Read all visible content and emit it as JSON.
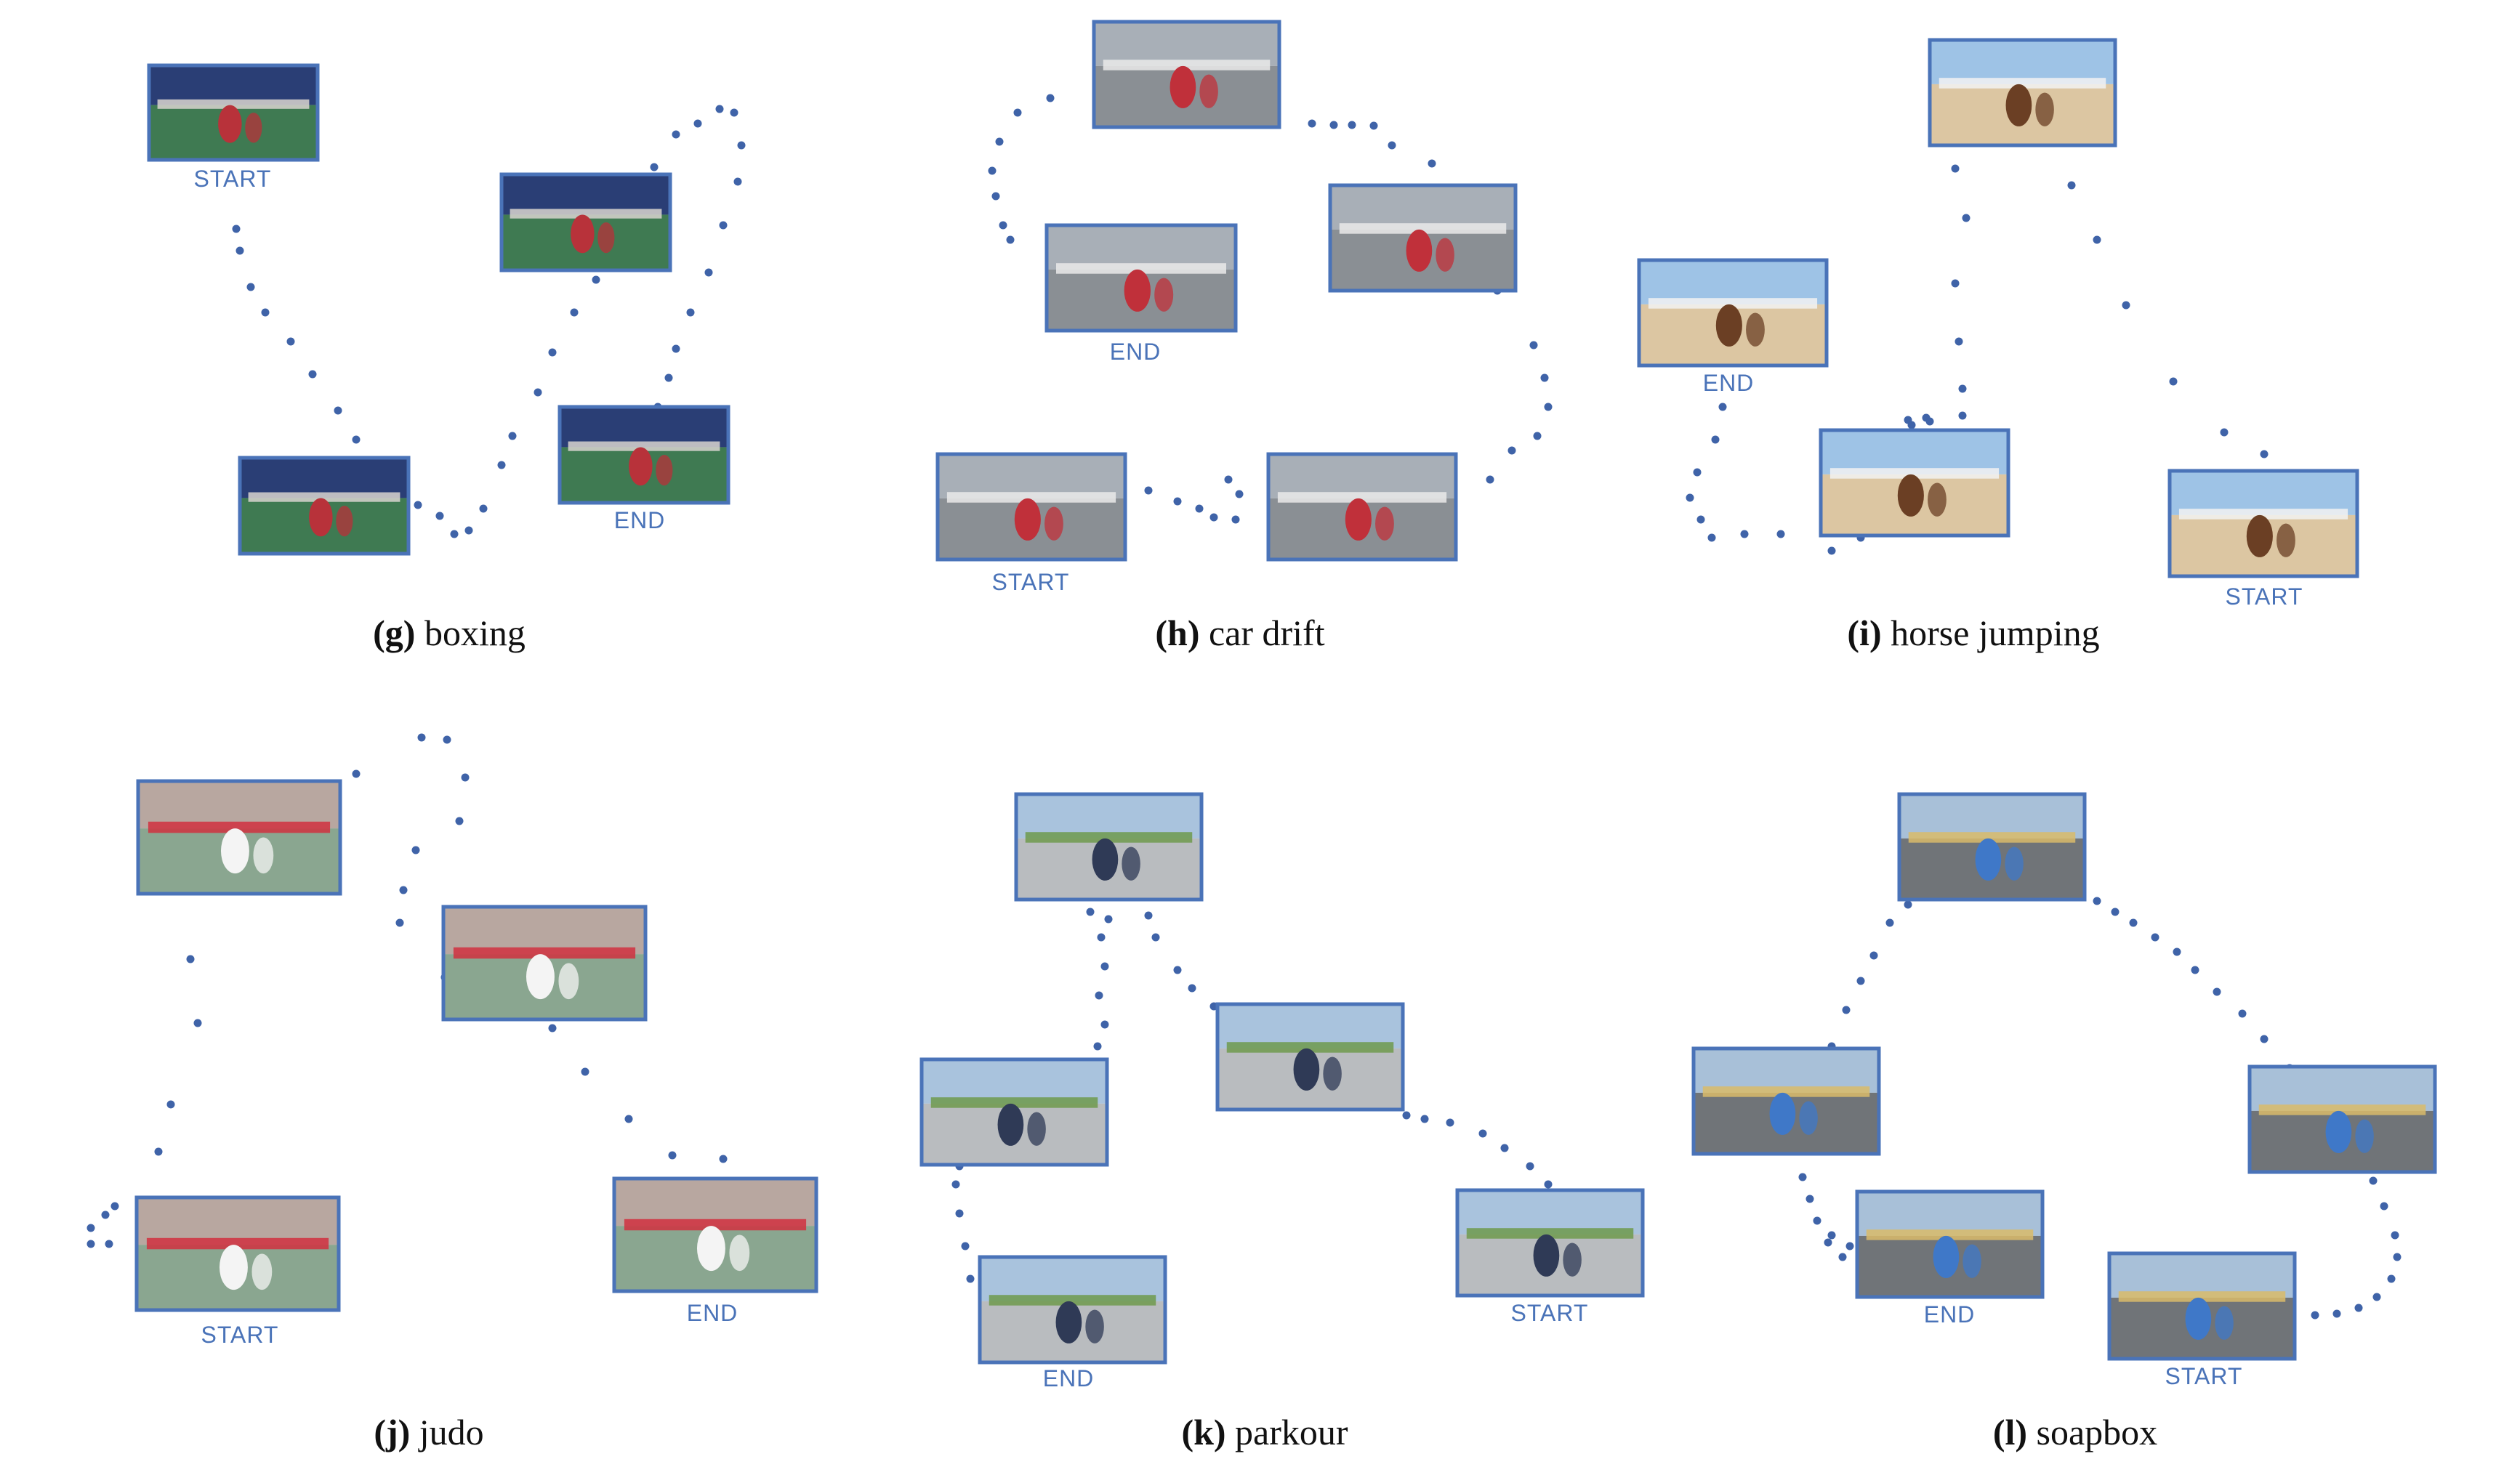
{
  "panels": [
    {
      "id": "g",
      "letter": "(g)",
      "name": "boxing",
      "start_label": "START",
      "end_label": "END",
      "scene": {
        "sky": "#2a3e75",
        "ground": "#3f7a52",
        "accent": "#d8d4cf",
        "figure": "#b8323a"
      }
    },
    {
      "id": "h",
      "letter": "(h)",
      "name": "car drift",
      "start_label": "START",
      "end_label": "END",
      "scene": {
        "sky": "#a8afb7",
        "ground": "#8a8f94",
        "accent": "#eaeaea",
        "figure": "#c0303a"
      }
    },
    {
      "id": "i",
      "letter": "(i)",
      "name": "horse jumping",
      "start_label": "START",
      "end_label": "END",
      "scene": {
        "sky": "#9ec3e6",
        "ground": "#dcc6a2",
        "accent": "#f2f2f2",
        "figure": "#6b3f24"
      }
    },
    {
      "id": "j",
      "letter": "(j)",
      "name": "judo",
      "start_label": "START",
      "end_label": "END",
      "scene": {
        "sky": "#b8a7a0",
        "ground": "#8aa690",
        "accent": "#d03040",
        "figure": "#f4f4f4"
      }
    },
    {
      "id": "k",
      "letter": "(k)",
      "name": "parkour",
      "start_label": "START",
      "end_label": "END",
      "scene": {
        "sky": "#a9c3dd",
        "ground": "#b9bcbf",
        "accent": "#6f9a4c",
        "figure": "#2f3a56"
      }
    },
    {
      "id": "l",
      "letter": "(l)",
      "name": "soapbox",
      "start_label": "START",
      "end_label": "END",
      "scene": {
        "sky": "#a8c0d8",
        "ground": "#707478",
        "accent": "#d9bb6a",
        "figure": "#3f78c8"
      }
    }
  ],
  "colors": {
    "frame": "#4a73b8",
    "dot": "#3f63a8",
    "label": "#4a73b8"
  }
}
